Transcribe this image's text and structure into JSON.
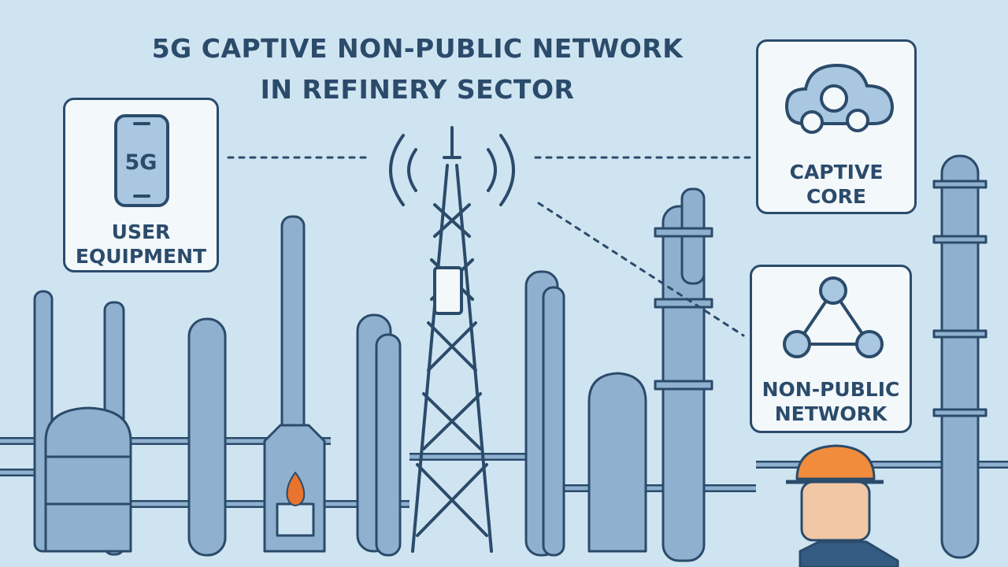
{
  "title": {
    "line1": "5G CAPTIVE NON-PUBLIC NETWORK",
    "line2": "IN REFINERY SECTOR"
  },
  "nodes": {
    "user_equipment": {
      "line1": "USER",
      "line2": "EQUIPMENT",
      "device_text": "5G",
      "icon": "smartphone-icon"
    },
    "captive_core": {
      "line1": "CAPTIVE",
      "line2": "CORE",
      "icon": "cloud-gears-icon"
    },
    "non_public_network": {
      "line1": "NON-PUBLIC",
      "line2": "NETWORK",
      "icon": "network-triangle-icon"
    },
    "tower": {
      "icon": "cell-tower-icon"
    }
  },
  "links": [
    {
      "from": "user_equipment",
      "to": "tower",
      "style": "dotted"
    },
    {
      "from": "tower",
      "to": "captive_core",
      "style": "dotted"
    },
    {
      "from": "tower",
      "to": "non_public_network",
      "style": "dotted"
    }
  ],
  "colors": {
    "background": "#cfe4f1",
    "outline": "#2b4b6b",
    "equipment": "#8fb0cf",
    "card": "#f3f8fb",
    "helmet": "#f08c3c",
    "flame": "#e8742e"
  }
}
